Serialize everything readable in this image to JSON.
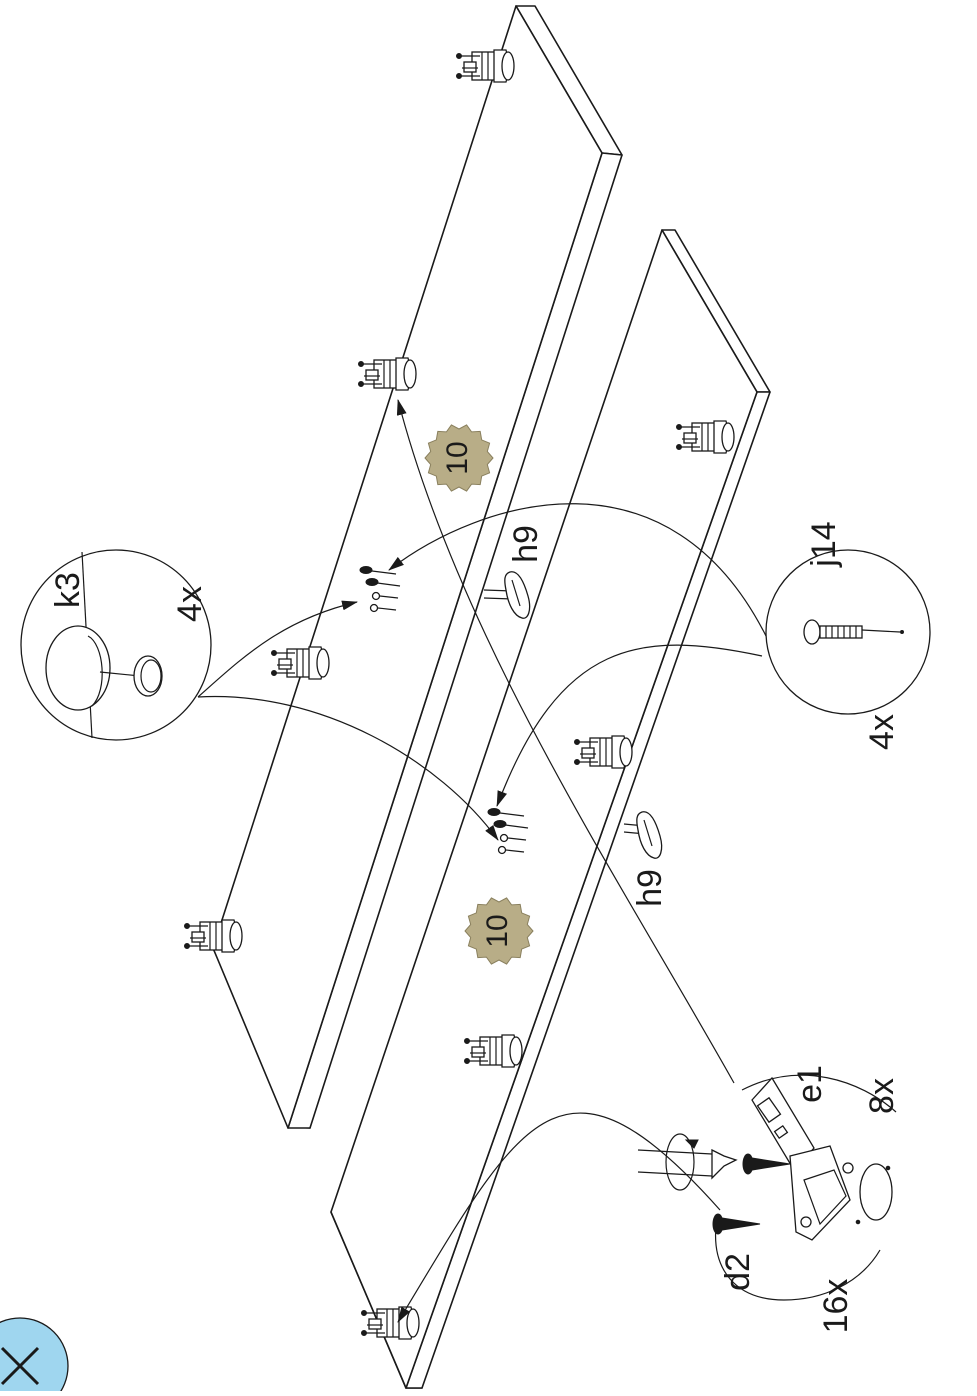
{
  "diagram": {
    "step_badges": [
      "10",
      "10"
    ],
    "labels": {
      "k3": "k3",
      "k3_qty": "4x",
      "j14": "j14",
      "j14_qty": "4x",
      "h9_top": "h9",
      "h9_bottom": "h9",
      "e1": "e1",
      "e1_qty": "8x",
      "d2": "d2",
      "d2_qty": "16x"
    },
    "colors": {
      "badge_fill": "#b8ad87",
      "line": "#1a1a1a",
      "close_fill": "#9fd6ef"
    },
    "icons": {
      "close": "close-icon"
    }
  }
}
